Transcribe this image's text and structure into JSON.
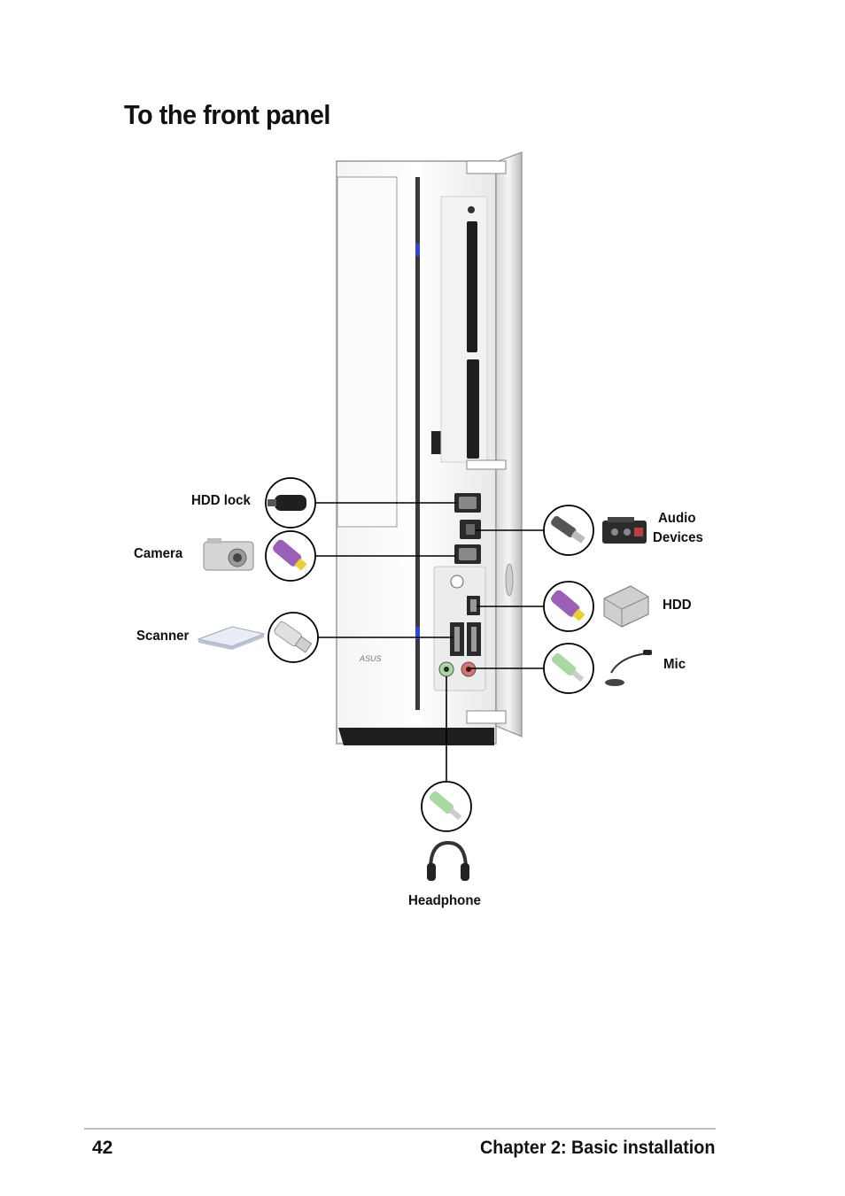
{
  "page": {
    "title": "To the front panel",
    "page_number": "42",
    "chapter": "Chapter 2: Basic installation"
  },
  "devices": {
    "hdd_lock": "HDD lock",
    "camera": "Camera",
    "scanner": "Scanner",
    "audio_line1": "Audio",
    "audio_line2": "Devices",
    "hdd": "HDD",
    "mic": "Mic",
    "headphone": "Headphone"
  },
  "product": {
    "brand": "ASUS"
  },
  "colors": {
    "firewire_plug": "#9b5fb8",
    "usb_plug": "#d9d9d9",
    "audio_plug": "#a8d9a0",
    "mic_jack": "#e07070",
    "led_blue": "#2b4cff"
  }
}
